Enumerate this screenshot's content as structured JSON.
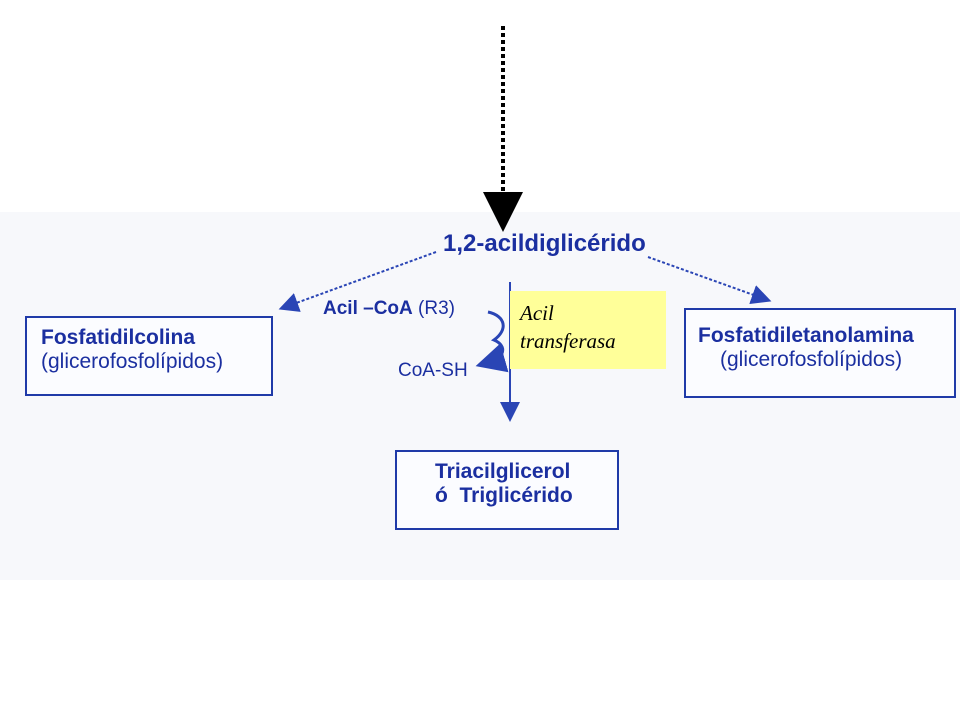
{
  "diagram": {
    "start": "1,2-acildiglicérido",
    "left_product": {
      "name": "Fosfatidilcolina",
      "class": "(glicerofosfolípidos)"
    },
    "right_product": {
      "name": "Fosfatidiletanolamina",
      "class": "(glicerofosfolípidos)"
    },
    "bottom_product": {
      "line1": "Triacilglicerol",
      "line2": "ó  Triglicérido"
    },
    "substrate": {
      "main": "Acil –CoA",
      "suffix": " (R3)"
    },
    "byproduct": "CoA-SH",
    "enzyme": {
      "line1": "Acil",
      "line2": "transferasa"
    }
  },
  "colors": {
    "text": "#1b2fa0",
    "border": "#1f3aa8",
    "highlight": "#ffff99",
    "dotted_arrow": "#000000"
  }
}
